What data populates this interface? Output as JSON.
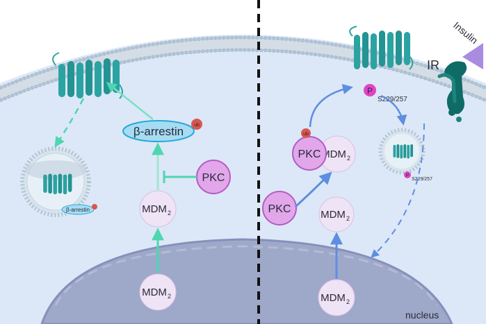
{
  "labels": {
    "beta_arrestin_main": "β-arrestin",
    "beta_arrestin_small": "β-arrestin",
    "pkc_left": "PKC",
    "mdm2_left_cyto": "MDM",
    "mdm2_left_nuc": "MDM",
    "pkc_right_ub": "PKC",
    "mdm2_complex": "MDM",
    "pkc_right": "PKC",
    "mdm2_right_cyto": "MDM",
    "mdm2_right_nuc": "MDM",
    "subscript_2": "2",
    "ub": "ub",
    "p": "P",
    "site_main": "S229/257",
    "site_small": "S229/257",
    "ir": "IR",
    "insulin": "Insulin",
    "nucleus": "nucleus"
  },
  "colors": {
    "background": "#ffffff",
    "cytoplasm": "#dce8f7",
    "membrane_head": "#a9bdd0",
    "membrane_core": "#d4dde6",
    "nucleus": "#9ea8c9",
    "nucleus_edge": "#8690ba",
    "receptor": "#2ba3a3",
    "receptor_dark": "#1d8080",
    "ir_receptor": "#0f6b66",
    "insulin": "#a98be0",
    "arrestin_fill": "#a6dcf2",
    "arrestin_edge": "#2aa8d8",
    "pkc_fill": "#e1a7ea",
    "pkc_edge": "#b35cc2",
    "mdm2_fill": "#efe3f6",
    "mdm2_edge": "#d7bfe5",
    "ub_fill": "#d9574f",
    "p_fill": "#e044c4",
    "arrow_teal": "#4ed6b0",
    "arrow_blue": "#5e8ee0",
    "divider": "#111111"
  },
  "icons": [
    "gpcr-receptor-icon",
    "insulin-receptor-icon",
    "endosome-vesicle-icon",
    "ubiquitin-badge-icon",
    "phosphate-badge-icon"
  ]
}
